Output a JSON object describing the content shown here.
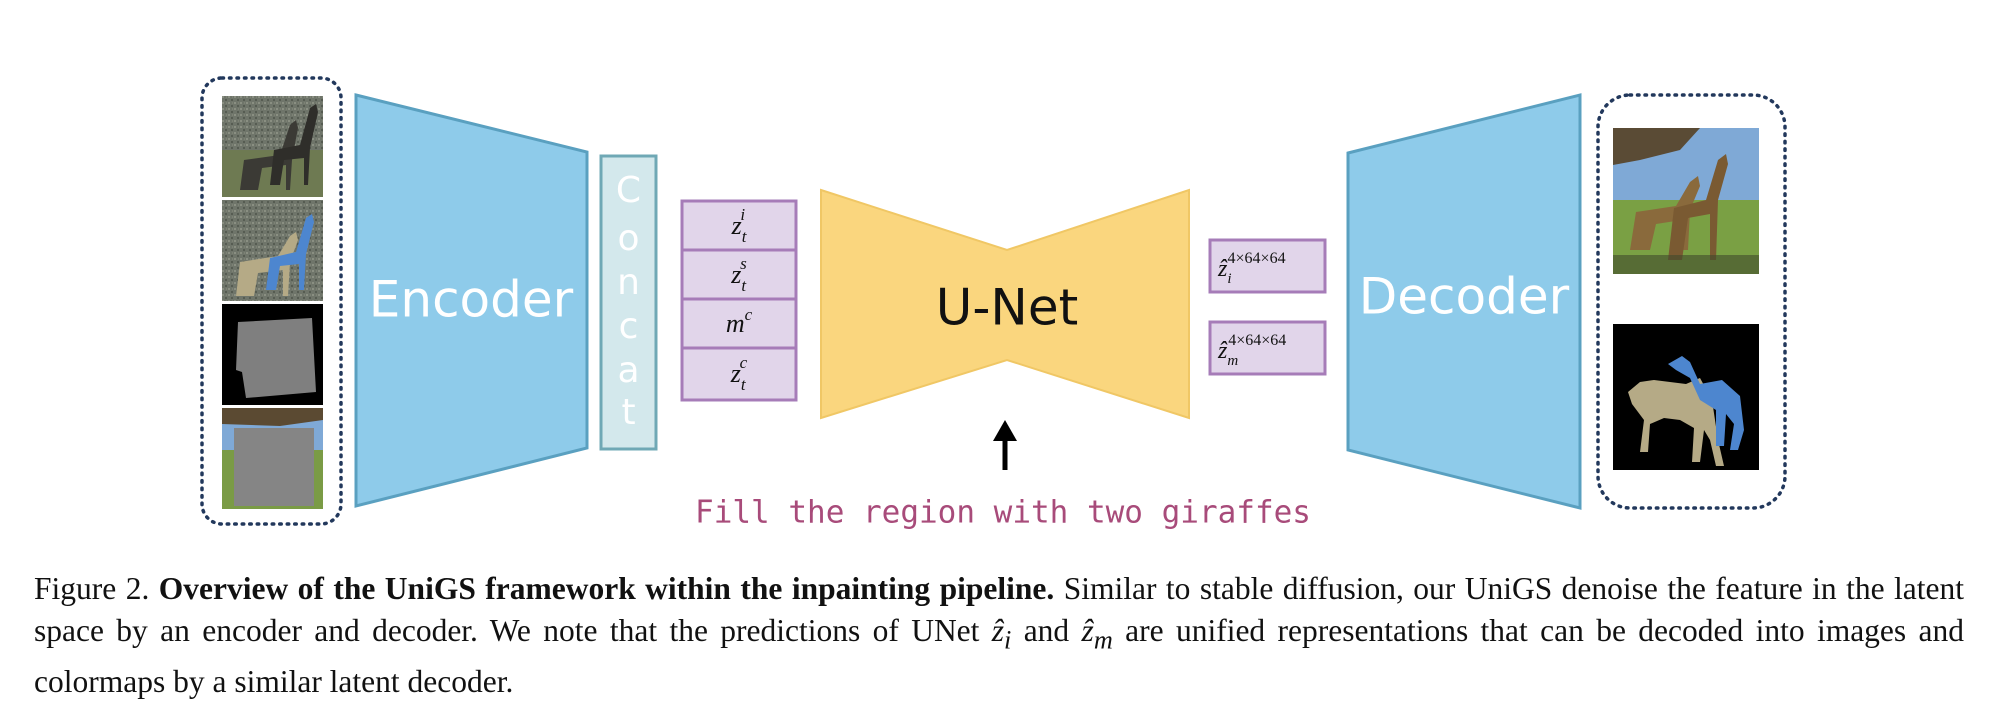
{
  "diagram": {
    "encoder_label": "Encoder",
    "decoder_label": "Decoder",
    "unet_label": "U-Net",
    "concat_letters": [
      "C",
      "o",
      "n",
      "c",
      "a",
      "t"
    ],
    "latent_inputs": [
      {
        "base": "z",
        "sub": "t",
        "sup": "i"
      },
      {
        "base": "z",
        "sub": "t",
        "sup": "s"
      },
      {
        "base": "m",
        "sub": "",
        "sup": "c"
      },
      {
        "base": "z",
        "sub": "t",
        "sup": "c"
      }
    ],
    "latent_outputs": [
      {
        "base": "ẑ",
        "sub": "i",
        "sup": "4×64×64"
      },
      {
        "base": "ẑ",
        "sub": "m",
        "sup": "4×64×64"
      }
    ],
    "prompt_text": "Fill the region with two giraffes",
    "colors": {
      "encoder_fill": "#8ecbea",
      "encoder_stroke": "#5aa0c0",
      "concat_fill": "#d3e8ec",
      "concat_stroke": "#6fa8b5",
      "latent_fill": "#e1d5ea",
      "latent_stroke": "#a67cb8",
      "unet_fill": "#fad67e",
      "unet_stroke": "#f0c765",
      "prompt_text": "#a84b7a",
      "dotted_border": "#22385c",
      "blue_giraffe": "#4d86cf",
      "tan_giraffe": "#b5aa86"
    }
  },
  "caption": {
    "figure_label": "Figure 2.",
    "bold_title": "Overview of the UniGS framework within the inpainting pipeline.",
    "text_part1": "Similar to stable diffusion, our UniGS denoise the feature in the latent space by an encoder and decoder.  We note that the predictions of UNet",
    "math1": "ẑ",
    "math1_sub": "i",
    "text_and": "and",
    "math2": "ẑ",
    "math2_sub": "m",
    "text_part2": "are unified representations that can be decoded into images and colormaps by a similar latent decoder."
  }
}
